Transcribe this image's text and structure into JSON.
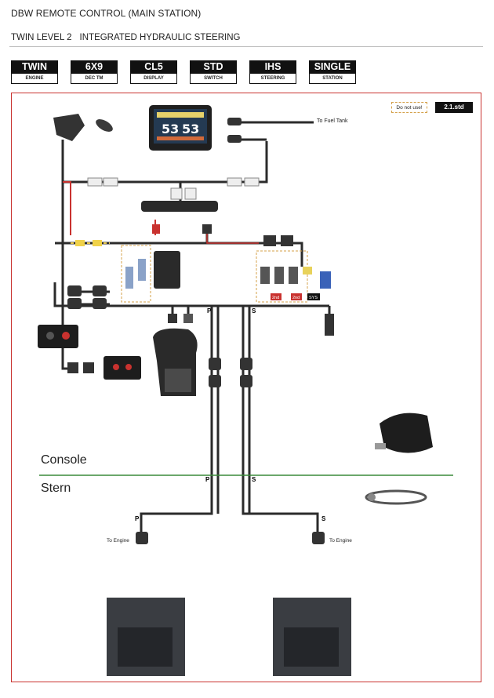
{
  "header": {
    "title": "DBW REMOTE CONTROL (MAIN STATION)",
    "subtitle_a": "TWIN LEVEL 2",
    "subtitle_b": "INTEGRATED HYDRAULIC STEERING"
  },
  "badges": [
    {
      "top": "TWIN",
      "bottom": "ENGINE"
    },
    {
      "top": "6X9",
      "bottom": "DEC TM"
    },
    {
      "top": "CL5",
      "bottom": "DISPLAY"
    },
    {
      "top": "STD",
      "bottom": "SWITCH"
    },
    {
      "top": "IHS",
      "bottom": "STEERING"
    },
    {
      "top": "SINGLE",
      "bottom": "STATION"
    }
  ],
  "diagram": {
    "do_not_use": "Do not use!",
    "version": "2.1.std",
    "to_fuel_tank": "To Fuel Tank",
    "display_left": "53",
    "display_right": "53",
    "console": "Console",
    "stern": "Stern",
    "to_engine_left": "To Engine",
    "to_engine_right": "To Engine",
    "p_label_1": "P",
    "s_label_1": "S",
    "p_label_2": "P",
    "s_label_2": "S",
    "p_label_3": "P",
    "s_label_3": "S",
    "tag_2nd_1": "2nd",
    "tag_2nd_2": "2nd",
    "tag_sys": "SYS"
  },
  "colors": {
    "frame": "#c9322f",
    "waterline": "#3a8a3a",
    "harness": "#2b2b2b",
    "power": "#c9322f"
  }
}
